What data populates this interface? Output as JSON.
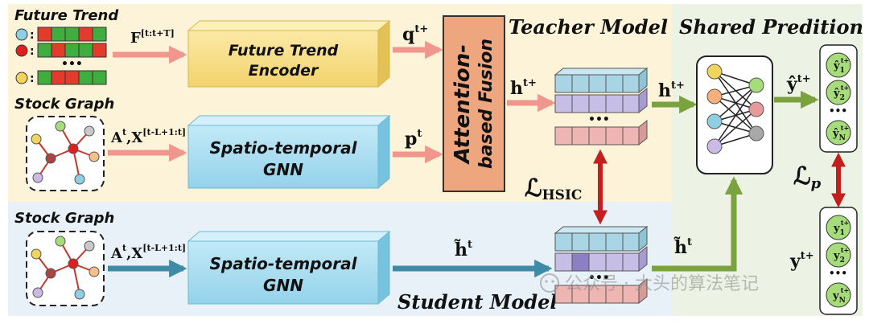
{
  "sections": {
    "teacher_title": "Teacher Model",
    "student_title": "Student Model",
    "shared_title": "Shared Predition"
  },
  "inputs": {
    "future_trend_label": "Future Trend",
    "stock_graph_label_1": "Stock Graph",
    "stock_graph_label_2": "Stock Graph",
    "ellipsis": "•••"
  },
  "modules": {
    "future_trend_encoder": [
      "Future Trend",
      "Encoder"
    ],
    "stgnn_teacher": [
      "Spatio-temporal",
      "GNN"
    ],
    "stgnn_student": [
      "Spatio-temporal",
      "GNN"
    ],
    "fusion": [
      "Attention-",
      "based Fusion"
    ]
  },
  "arrow_labels": {
    "F_input": "F",
    "F_input_sup": "[t:t+T]",
    "AX_teacher": "A",
    "AX_teacher_sup1": "t",
    "AX_teacher_mid": ",X",
    "AX_teacher_sup2": "[t-L+1:t]",
    "AX_student": "A",
    "AX_student_sup1": "t",
    "AX_student_mid": ",X",
    "AX_student_sup2": "[t-L+1:t]",
    "q": "q",
    "q_sup": "t+",
    "p": "p",
    "p_sup": "t",
    "h_fused": "h",
    "h_fused_sup": "t+",
    "h_teacher_out": "h",
    "h_teacher_out_sup": "t+",
    "h_student": "h̃",
    "h_student_sup": "t",
    "h_student_out": "h̃",
    "h_student_out_sup": "t",
    "y_hat": "ŷ",
    "y_hat_sup": "t+",
    "y_true": "y",
    "y_true_sup": "t+"
  },
  "losses": {
    "hsic_L": "ℒ",
    "hsic_sub": "HSIC",
    "pred_L": "ℒ",
    "pred_sub": "p"
  },
  "predictions": {
    "hat": [
      {
        "base": "ŷ",
        "sub": "1",
        "sup": "t+"
      },
      {
        "base": "ŷ",
        "sub": "2",
        "sup": "t+"
      },
      {
        "base": "ŷ",
        "sub": "N",
        "sup": "t+"
      }
    ],
    "true": [
      {
        "base": "y",
        "sub": "1",
        "sup": "t+"
      },
      {
        "base": "y",
        "sub": "2",
        "sup": "t+"
      },
      {
        "base": "y",
        "sub": "N",
        "sup": "t+"
      }
    ],
    "ellipsis": "•••"
  },
  "watermark": "公众号 · 大头的算法笔记",
  "colors": {
    "teacher_bg": "#fcf3d9",
    "student_bg": "#e7f1f7",
    "shared_bg": "#edf3e4",
    "pink_arrow": "#f0968d",
    "blue_arrow": "#3f8aa6",
    "green_arrow": "#7aa23e",
    "red_arrow": "#c41e1e",
    "yellow_box": "#f6dd86",
    "blue_box": "#a6dcef",
    "fusion_box": "#eea67f"
  }
}
